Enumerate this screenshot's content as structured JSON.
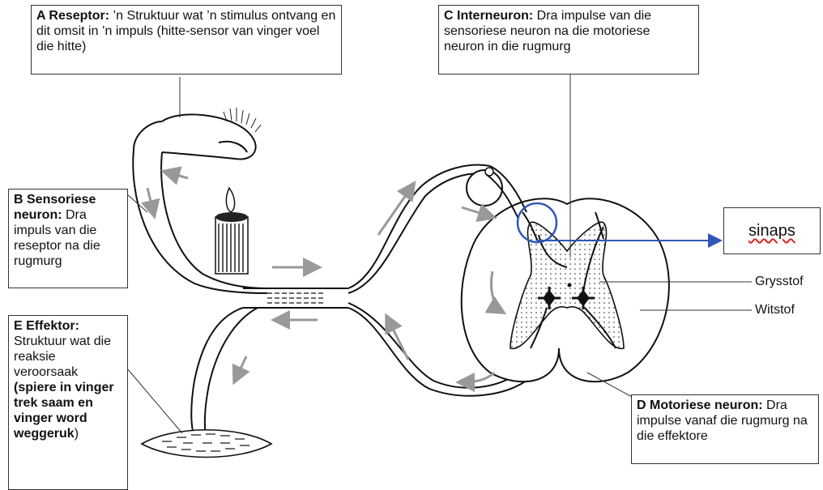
{
  "labels": {
    "A": {
      "title": "A Reseptor:",
      "text": " ’n Struktuur wat ’n stimulus ontvang en dit omsit in ’n impuls (hitte-sensor van vinger voel die hitte)"
    },
    "B": {
      "title": "B Sensoriese neuron:",
      "text": " Dra impuls van die reseptor na die rugmurg"
    },
    "C": {
      "title": "C Interneuron:",
      "text": " Dra impulse van die sensoriese neuron na die motoriese neuron in die rugmurg"
    },
    "D": {
      "title": "D Motoriese neuron:",
      "text": " Dra impulse vanaf die rugmurg na die effektore"
    },
    "E": {
      "title": "E Effektor:",
      "text": " Struktuur wat die reaksie veroorsaak ",
      "bold": "(spiere in vinger trek saam en vinger word weggeruk",
      "tail": ")"
    }
  },
  "sinaps": "sinaps",
  "grysstof": "Grysstof",
  "witstof": "Witstof",
  "colors": {
    "highlight": "#2f57b7",
    "arrows": "#999999",
    "lines": "#111111"
  }
}
